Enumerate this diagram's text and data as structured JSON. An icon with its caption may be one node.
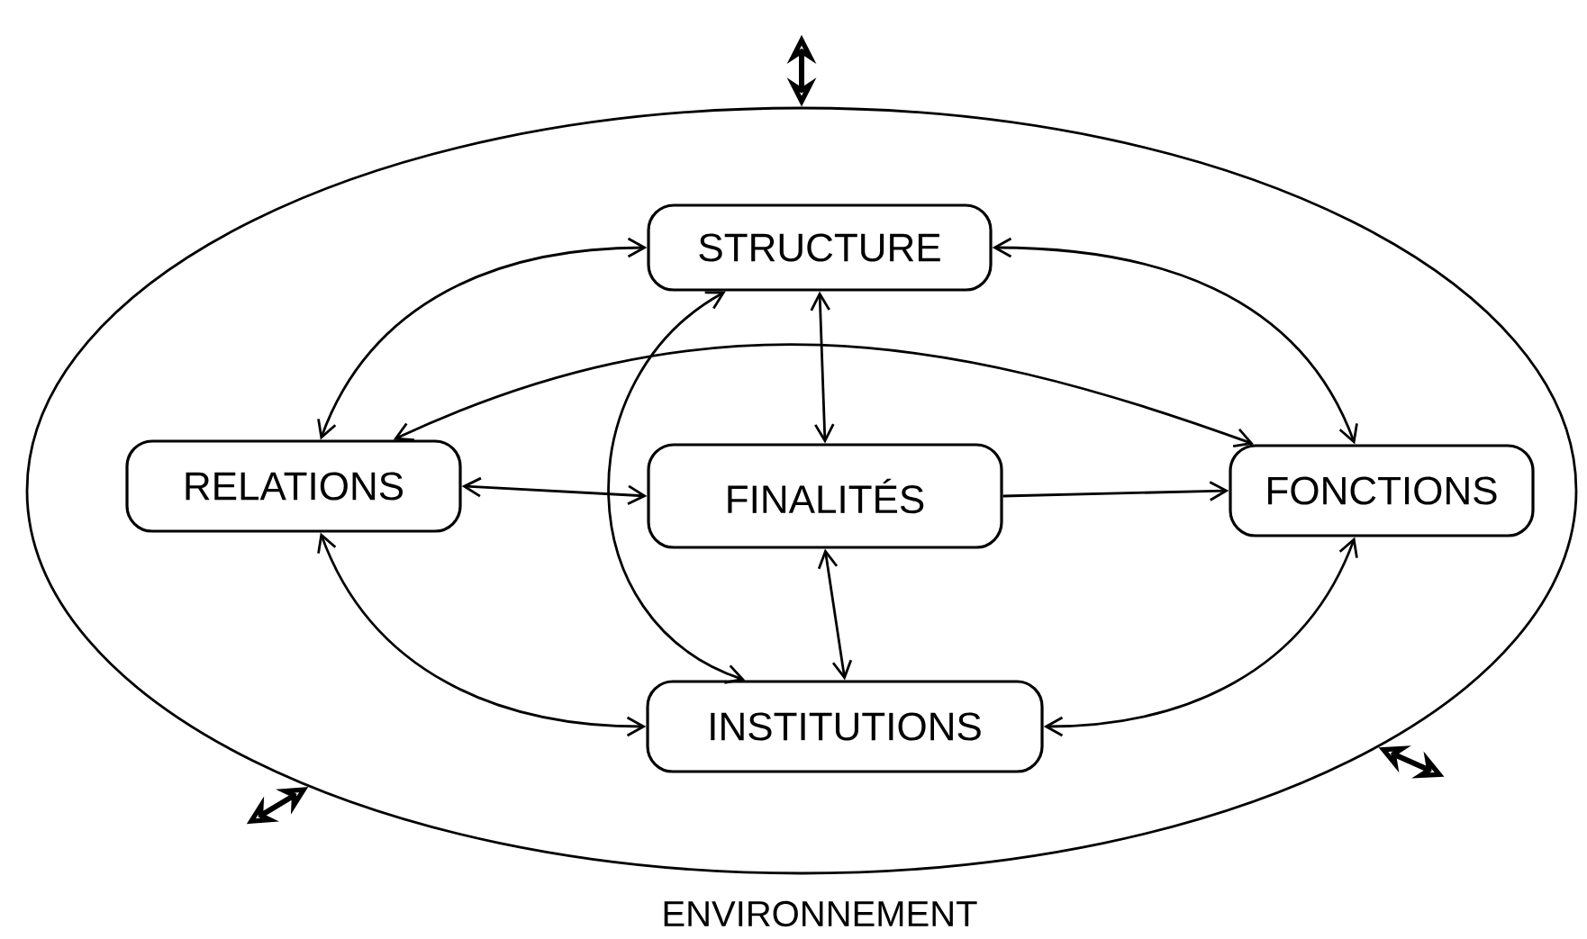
{
  "diagram": {
    "nodes": [
      {
        "text": [],
        "shape": "ellipse"
      },
      {
        "text": [
          "STRUCTURE"
        ],
        "in": 0
      },
      {
        "text": [
          "RELATIONS"
        ],
        "in": 0
      },
      {
        "text": [
          "FINALITÉS"
        ],
        "in": 0
      },
      {
        "text": [
          "FONCTIONS"
        ],
        "in": 0
      },
      {
        "text": [
          "INSTITUTIONS"
        ],
        "in": 0
      }
    ],
    "edges": [
      {
        "from": 1,
        "to": 2,
        "arrow": "both"
      },
      {
        "from": 1,
        "to": 4,
        "arrow": "both"
      },
      {
        "from": 1,
        "to": 3,
        "arrow": "both"
      },
      {
        "from": 1,
        "to": 5,
        "arrow": "both"
      },
      {
        "from": 2,
        "to": 4,
        "arrow": "both"
      },
      {
        "from": 2,
        "to": 3,
        "arrow": "both"
      },
      {
        "from": 3,
        "to": 4,
        "arrow": "to"
      },
      {
        "from": 3,
        "to": 5,
        "arrow": "both"
      },
      {
        "from": 2,
        "to": 5,
        "arrow": "both"
      },
      {
        "from": 4,
        "to": 5,
        "arrow": "both"
      },
      {
        "from": null,
        "to": 0,
        "arrow": "both",
        "style": "thick"
      },
      {
        "from": null,
        "to": 0,
        "arrow": "both",
        "style": "thick"
      },
      {
        "from": null,
        "to": 0,
        "arrow": "both",
        "style": "thick"
      }
    ],
    "labels": [
      "ENVIRONNEMENT"
    ]
  }
}
